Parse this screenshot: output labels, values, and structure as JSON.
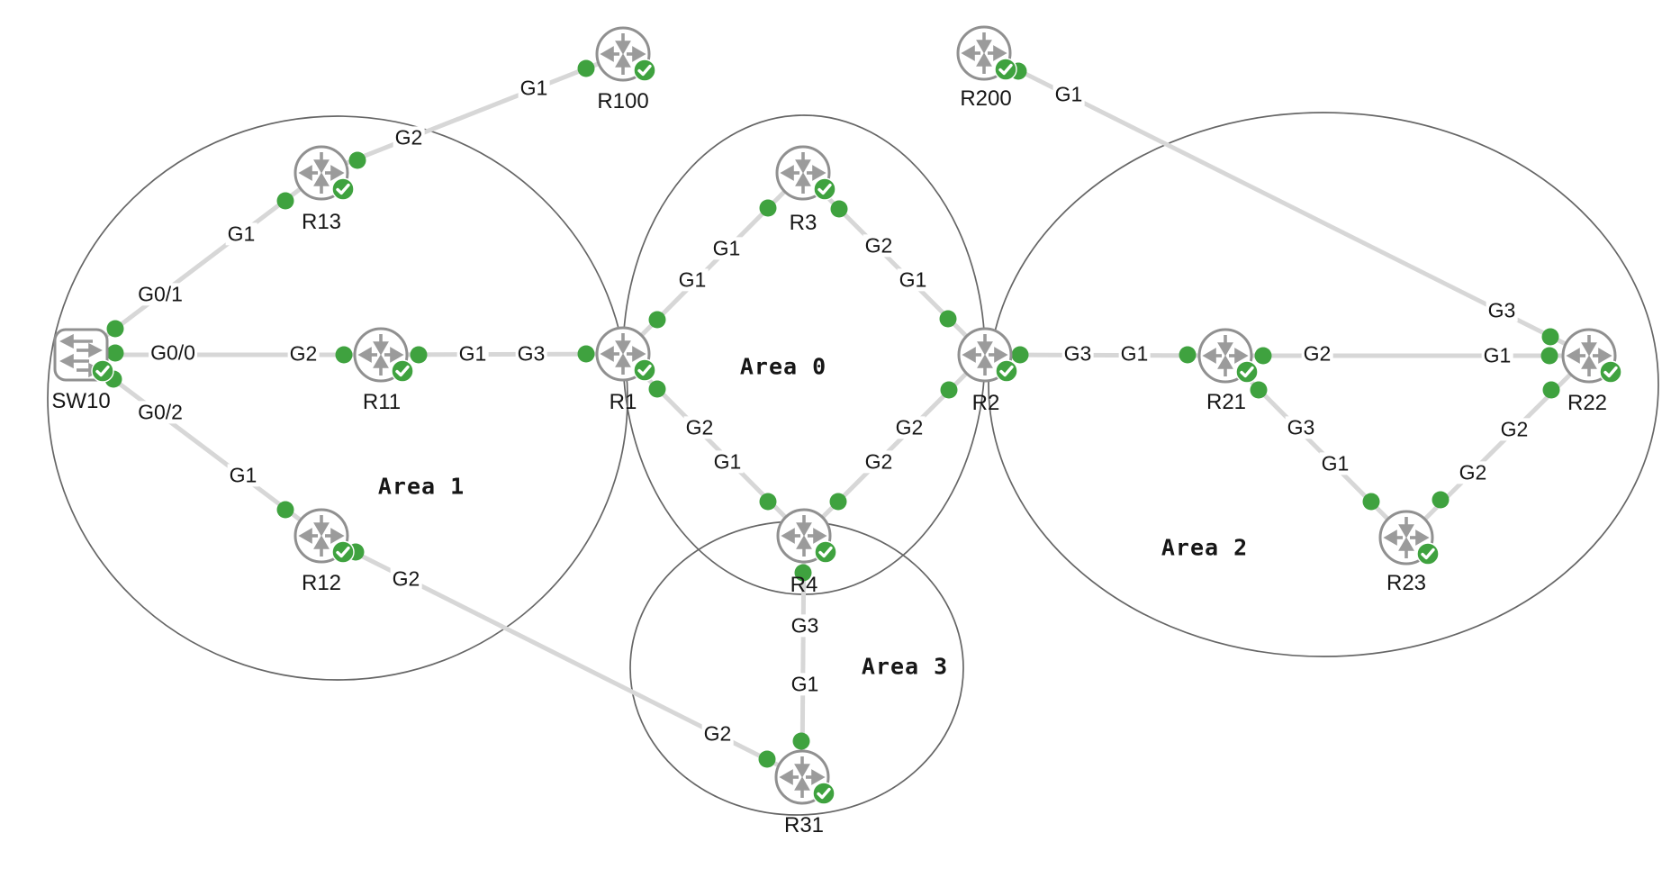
{
  "colors": {
    "link_gray": "#d7d7d7",
    "status_green": "#3fa23f",
    "icon_gray": "#909090",
    "arrow_gray": "#9b9b9b",
    "ellipse_gray": "#666666",
    "text": "#161616"
  },
  "areas": [
    {
      "label": "Area 1"
    },
    {
      "label": "Area 0"
    },
    {
      "label": "Area 2"
    },
    {
      "label": "Area 3"
    }
  ],
  "nodes": [
    {
      "id": "SW10",
      "label": "SW10",
      "type": "ethernet-switch",
      "status": "up"
    },
    {
      "id": "R11",
      "label": "R11",
      "type": "router",
      "status": "up"
    },
    {
      "id": "R12",
      "label": "R12",
      "type": "router",
      "status": "up"
    },
    {
      "id": "R13",
      "label": "R13",
      "type": "router",
      "status": "up"
    },
    {
      "id": "R100",
      "label": "R100",
      "type": "router",
      "status": "up"
    },
    {
      "id": "R1",
      "label": "R1",
      "type": "router",
      "status": "up"
    },
    {
      "id": "R3",
      "label": "R3",
      "type": "router",
      "status": "up"
    },
    {
      "id": "R4",
      "label": "R4",
      "type": "router",
      "status": "up"
    },
    {
      "id": "R31",
      "label": "R31",
      "type": "router",
      "status": "up"
    },
    {
      "id": "R2",
      "label": "R2",
      "type": "router",
      "status": "up"
    },
    {
      "id": "R200",
      "label": "R200",
      "type": "router",
      "status": "up"
    },
    {
      "id": "R21",
      "label": "R21",
      "type": "router",
      "status": "up"
    },
    {
      "id": "R22",
      "label": "R22",
      "type": "router",
      "status": "up"
    },
    {
      "id": "R23",
      "label": "R23",
      "type": "router",
      "status": "up"
    }
  ],
  "links": [
    {
      "from": "R100",
      "from_if": "G1",
      "to": "R13",
      "to_if": "G2"
    },
    {
      "from": "R13",
      "from_if": "G1",
      "to": "SW10",
      "to_if": "G0/1"
    },
    {
      "from": "SW10",
      "from_if": "G0/0",
      "to": "R11",
      "to_if": "G2"
    },
    {
      "from": "R11",
      "from_if": "G1",
      "to": "R1",
      "to_if": "G3"
    },
    {
      "from": "SW10",
      "from_if": "G0/2",
      "to": "R12",
      "to_if": "G1"
    },
    {
      "from": "R12",
      "from_if": "G2",
      "to": "R31",
      "to_if": "G2"
    },
    {
      "from": "R3",
      "from_if": "G1",
      "to": "R1",
      "to_if": "G1"
    },
    {
      "from": "R3",
      "from_if": "G2",
      "to": "R2",
      "to_if": "G1"
    },
    {
      "from": "R1",
      "from_if": "G2",
      "to": "R4",
      "to_if": "G1"
    },
    {
      "from": "R2",
      "from_if": "G2",
      "to": "R4",
      "to_if": "G2"
    },
    {
      "from": "R4",
      "from_if": "G3",
      "to": "R31",
      "to_if": "G1"
    },
    {
      "from": "R2",
      "from_if": "G3",
      "to": "R21",
      "to_if": "G1"
    },
    {
      "from": "R21",
      "from_if": "G2",
      "to": "R22",
      "to_if": "G1"
    },
    {
      "from": "R21",
      "from_if": "G3",
      "to": "R23",
      "to_if": "G1"
    },
    {
      "from": "R22",
      "from_if": "G2",
      "to": "R23",
      "to_if": "G2"
    },
    {
      "from": "R200",
      "from_if": "G1",
      "to": "R22",
      "to_if": "G3"
    }
  ]
}
